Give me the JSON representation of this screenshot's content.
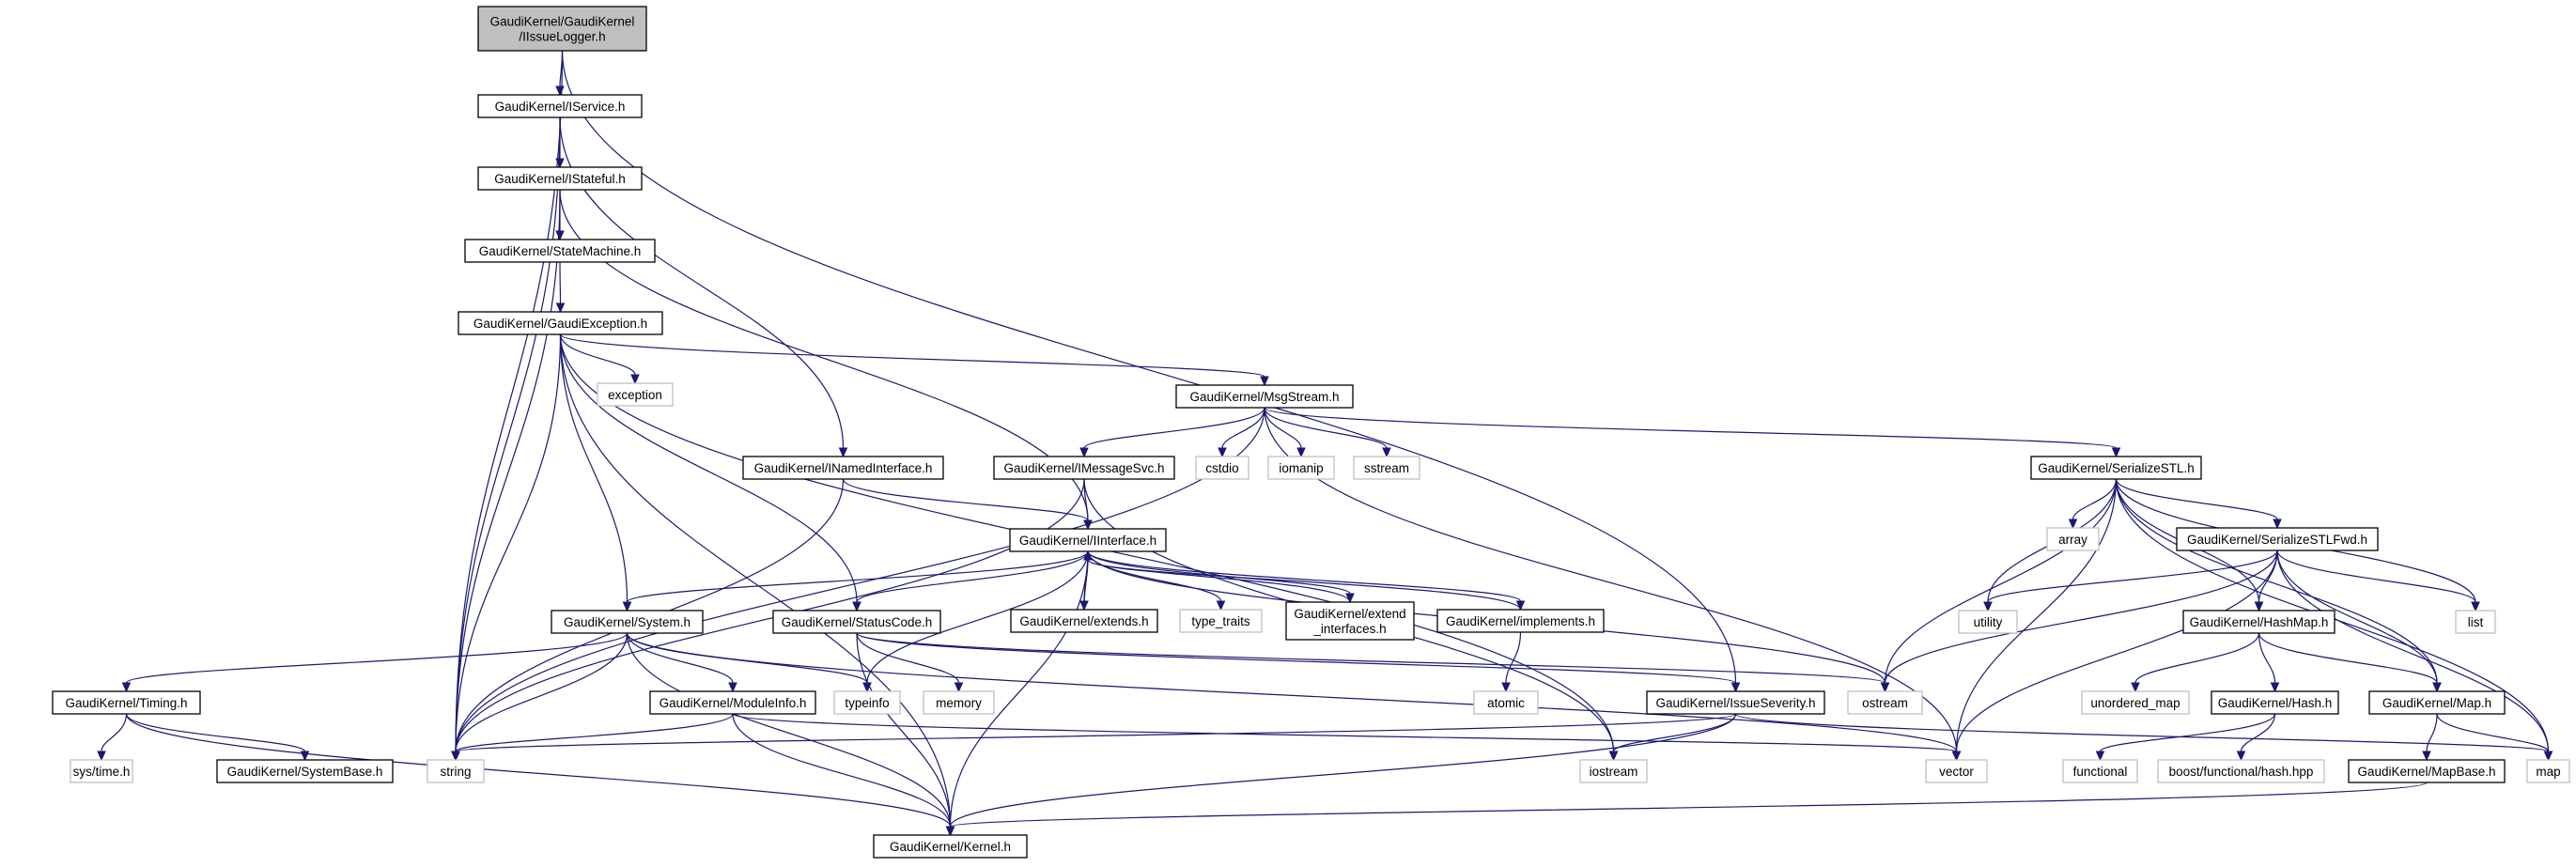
{
  "colors": {
    "edge": "#191970",
    "node_border": "#000000",
    "root_fill": "#bfbfbf",
    "system_header_border": "#bfbfbf",
    "node_fill": "#ffffff",
    "text": "#000000",
    "system_text": "#000000"
  },
  "nodes": [
    {
      "id": "root",
      "label": "GaudiKernel/GaudiKernel\n/IIssueLogger.h",
      "kind": "root"
    },
    {
      "id": "IService",
      "label": "GaudiKernel/IService.h",
      "kind": "header"
    },
    {
      "id": "IStateful",
      "label": "GaudiKernel/IStateful.h",
      "kind": "header"
    },
    {
      "id": "StateMachine",
      "label": "GaudiKernel/StateMachine.h",
      "kind": "header"
    },
    {
      "id": "GaudiException",
      "label": "GaudiKernel/GaudiException.h",
      "kind": "header"
    },
    {
      "id": "exception",
      "label": "exception",
      "kind": "system"
    },
    {
      "id": "MsgStream",
      "label": "GaudiKernel/MsgStream.h",
      "kind": "header"
    },
    {
      "id": "INamedInterface",
      "label": "GaudiKernel/INamedInterface.h",
      "kind": "header"
    },
    {
      "id": "IMessageSvc",
      "label": "GaudiKernel/IMessageSvc.h",
      "kind": "header"
    },
    {
      "id": "cstdio",
      "label": "cstdio",
      "kind": "system"
    },
    {
      "id": "iomanip",
      "label": "iomanip",
      "kind": "system"
    },
    {
      "id": "sstream",
      "label": "sstream",
      "kind": "system"
    },
    {
      "id": "SerializeSTL",
      "label": "GaudiKernel/SerializeSTL.h",
      "kind": "header"
    },
    {
      "id": "array",
      "label": "array",
      "kind": "system"
    },
    {
      "id": "SerializeSTLFwd",
      "label": "GaudiKernel/SerializeSTLFwd.h",
      "kind": "header"
    },
    {
      "id": "IInterface",
      "label": "GaudiKernel/IInterface.h",
      "kind": "header"
    },
    {
      "id": "System",
      "label": "GaudiKernel/System.h",
      "kind": "header"
    },
    {
      "id": "StatusCode",
      "label": "GaudiKernel/StatusCode.h",
      "kind": "header"
    },
    {
      "id": "extends",
      "label": "GaudiKernel/extends.h",
      "kind": "header"
    },
    {
      "id": "type_traits",
      "label": "type_traits",
      "kind": "system"
    },
    {
      "id": "extend_interfaces",
      "label": "GaudiKernel/extend\n_interfaces.h",
      "kind": "header"
    },
    {
      "id": "implements",
      "label": "GaudiKernel/implements.h",
      "kind": "header"
    },
    {
      "id": "utility",
      "label": "utility",
      "kind": "system"
    },
    {
      "id": "HashMap",
      "label": "GaudiKernel/HashMap.h",
      "kind": "header"
    },
    {
      "id": "list",
      "label": "list",
      "kind": "system"
    },
    {
      "id": "Timing",
      "label": "GaudiKernel/Timing.h",
      "kind": "header"
    },
    {
      "id": "ModuleInfo",
      "label": "GaudiKernel/ModuleInfo.h",
      "kind": "header"
    },
    {
      "id": "typeinfo",
      "label": "typeinfo",
      "kind": "system"
    },
    {
      "id": "memory",
      "label": "memory",
      "kind": "system"
    },
    {
      "id": "atomic",
      "label": "atomic",
      "kind": "system"
    },
    {
      "id": "IssueSeverity",
      "label": "GaudiKernel/IssueSeverity.h",
      "kind": "header"
    },
    {
      "id": "ostream",
      "label": "ostream",
      "kind": "system"
    },
    {
      "id": "unordered_map",
      "label": "unordered_map",
      "kind": "system"
    },
    {
      "id": "Hash",
      "label": "GaudiKernel/Hash.h",
      "kind": "header"
    },
    {
      "id": "Map",
      "label": "GaudiKernel/Map.h",
      "kind": "header"
    },
    {
      "id": "systime",
      "label": "sys/time.h",
      "kind": "system"
    },
    {
      "id": "SystemBase",
      "label": "GaudiKernel/SystemBase.h",
      "kind": "header"
    },
    {
      "id": "string",
      "label": "string",
      "kind": "system"
    },
    {
      "id": "iostream",
      "label": "iostream",
      "kind": "system"
    },
    {
      "id": "vector",
      "label": "vector",
      "kind": "system"
    },
    {
      "id": "functional",
      "label": "functional",
      "kind": "system"
    },
    {
      "id": "boosthash",
      "label": "boost/functional/hash.hpp",
      "kind": "system"
    },
    {
      "id": "MapBase",
      "label": "GaudiKernel/MapBase.h",
      "kind": "header"
    },
    {
      "id": "map",
      "label": "map",
      "kind": "system"
    },
    {
      "id": "Kernel",
      "label": "GaudiKernel/Kernel.h",
      "kind": "header"
    }
  ],
  "edges": [
    [
      "root",
      "IService"
    ],
    [
      "root",
      "IssueSeverity"
    ],
    [
      "root",
      "string"
    ],
    [
      "IService",
      "IStateful"
    ],
    [
      "IService",
      "INamedInterface"
    ],
    [
      "IService",
      "string"
    ],
    [
      "IStateful",
      "StateMachine"
    ],
    [
      "IStateful",
      "IInterface"
    ],
    [
      "IStateful",
      "string"
    ],
    [
      "StateMachine",
      "GaudiException"
    ],
    [
      "GaudiException",
      "exception"
    ],
    [
      "GaudiException",
      "MsgStream"
    ],
    [
      "GaudiException",
      "System"
    ],
    [
      "GaudiException",
      "StatusCode"
    ],
    [
      "GaudiException",
      "string"
    ],
    [
      "GaudiException",
      "Kernel"
    ],
    [
      "GaudiException",
      "iostream"
    ],
    [
      "MsgStream",
      "IMessageSvc"
    ],
    [
      "MsgStream",
      "cstdio"
    ],
    [
      "MsgStream",
      "iomanip"
    ],
    [
      "MsgStream",
      "sstream"
    ],
    [
      "MsgStream",
      "SerializeSTL"
    ],
    [
      "MsgStream",
      "string"
    ],
    [
      "MsgStream",
      "vector"
    ],
    [
      "INamedInterface",
      "IInterface"
    ],
    [
      "INamedInterface",
      "string"
    ],
    [
      "IMessageSvc",
      "IInterface"
    ],
    [
      "IMessageSvc",
      "string"
    ],
    [
      "IMessageSvc",
      "iostream"
    ],
    [
      "IInterface",
      "System"
    ],
    [
      "IInterface",
      "StatusCode"
    ],
    [
      "IInterface",
      "extends"
    ],
    [
      "IInterface",
      "type_traits"
    ],
    [
      "IInterface",
      "extend_interfaces"
    ],
    [
      "IInterface",
      "implements"
    ],
    [
      "IInterface",
      "typeinfo"
    ],
    [
      "IInterface",
      "ostream"
    ],
    [
      "IInterface",
      "Kernel"
    ],
    [
      "extends",
      "IInterface"
    ],
    [
      "extend_interfaces",
      "IInterface"
    ],
    [
      "implements",
      "IInterface"
    ],
    [
      "implements",
      "atomic"
    ],
    [
      "System",
      "Timing"
    ],
    [
      "System",
      "ModuleInfo"
    ],
    [
      "System",
      "typeinfo"
    ],
    [
      "System",
      "string"
    ],
    [
      "System",
      "vector"
    ],
    [
      "System",
      "Kernel"
    ],
    [
      "StatusCode",
      "memory"
    ],
    [
      "StatusCode",
      "IssueSeverity"
    ],
    [
      "StatusCode",
      "ostream"
    ],
    [
      "StatusCode",
      "Kernel"
    ],
    [
      "Timing",
      "systime"
    ],
    [
      "Timing",
      "SystemBase"
    ],
    [
      "Timing",
      "Kernel"
    ],
    [
      "ModuleInfo",
      "string"
    ],
    [
      "ModuleInfo",
      "vector"
    ],
    [
      "ModuleInfo",
      "Kernel"
    ],
    [
      "IssueSeverity",
      "string"
    ],
    [
      "IssueSeverity",
      "map"
    ],
    [
      "IssueSeverity",
      "iostream"
    ],
    [
      "IssueSeverity",
      "Kernel"
    ],
    [
      "SerializeSTL",
      "array"
    ],
    [
      "SerializeSTL",
      "SerializeSTLFwd"
    ],
    [
      "SerializeSTL",
      "utility"
    ],
    [
      "SerializeSTL",
      "HashMap"
    ],
    [
      "SerializeSTL",
      "list"
    ],
    [
      "SerializeSTL",
      "ostream"
    ],
    [
      "SerializeSTL",
      "vector"
    ],
    [
      "SerializeSTL",
      "Map"
    ],
    [
      "SerializeSTL",
      "map"
    ],
    [
      "SerializeSTLFwd",
      "utility"
    ],
    [
      "SerializeSTLFwd",
      "HashMap"
    ],
    [
      "SerializeSTLFwd",
      "list"
    ],
    [
      "SerializeSTLFwd",
      "ostream"
    ],
    [
      "SerializeSTLFwd",
      "vector"
    ],
    [
      "SerializeSTLFwd",
      "Map"
    ],
    [
      "SerializeSTLFwd",
      "map"
    ],
    [
      "HashMap",
      "unordered_map"
    ],
    [
      "HashMap",
      "Hash"
    ],
    [
      "HashMap",
      "Map"
    ],
    [
      "Hash",
      "functional"
    ],
    [
      "Hash",
      "boosthash"
    ],
    [
      "Map",
      "MapBase"
    ],
    [
      "Map",
      "map"
    ],
    [
      "MapBase",
      "Kernel"
    ]
  ]
}
